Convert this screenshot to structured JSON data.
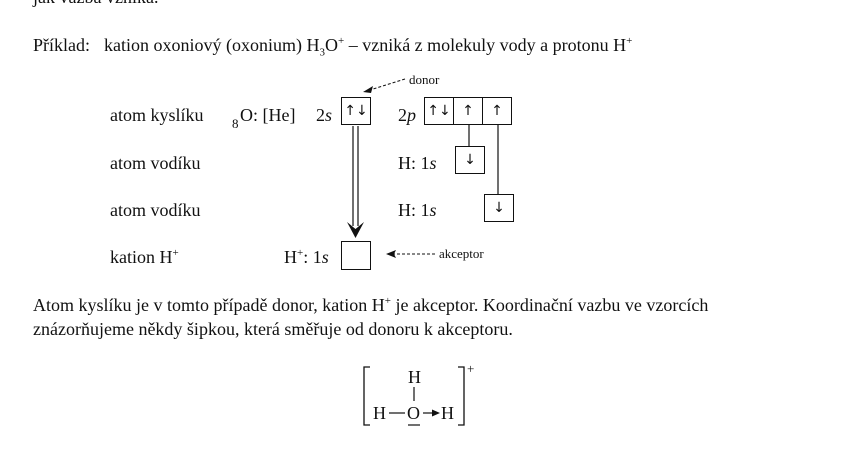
{
  "top_fragment": "jak vazba vznika.",
  "example": {
    "label": "Příklad:",
    "text_a": "kation oxoniový (oxonium) H",
    "sub3": "3",
    "text_b": "O",
    "sup_plus": "+",
    "text_c": " – vzniká z molekuly vody a protonu H",
    "sup_plus2": "+"
  },
  "donor_label": "donor",
  "acceptor_label": "akceptor",
  "rows": {
    "oxygen": {
      "label": "atom kyslíku",
      "subscript": "8",
      "config": "O: [He]",
      "orb_2s": "2s",
      "orb_2p": "2p",
      "box_2s": "↑↓",
      "boxes_2p": [
        "↑↓",
        "↑",
        "↑"
      ]
    },
    "hydrogen1": {
      "label": "atom vodíku",
      "config": "H: 1s",
      "box": "↓"
    },
    "hydrogen2": {
      "label": "atom vodíku",
      "config": "H: 1s",
      "box": "↓"
    },
    "cation": {
      "label": "kation H",
      "sup": "+",
      "config_a": "H",
      "config_sup": "+",
      "config_b": ": 1s",
      "box": ""
    }
  },
  "paragraph": {
    "line1_a": "Atom kyslíku je v tomto případě donor, kation H",
    "line1_sup": "+",
    "line1_b": " je akceptor. Koordinační vazbu ve vzorcích",
    "line2": "znázorňujeme někdy šipkou, která směřuje od donoru k akceptoru."
  },
  "formula": {
    "top_h": "H",
    "left_h": "H",
    "center_o": "O",
    "right_h": "H",
    "charge": "+"
  }
}
